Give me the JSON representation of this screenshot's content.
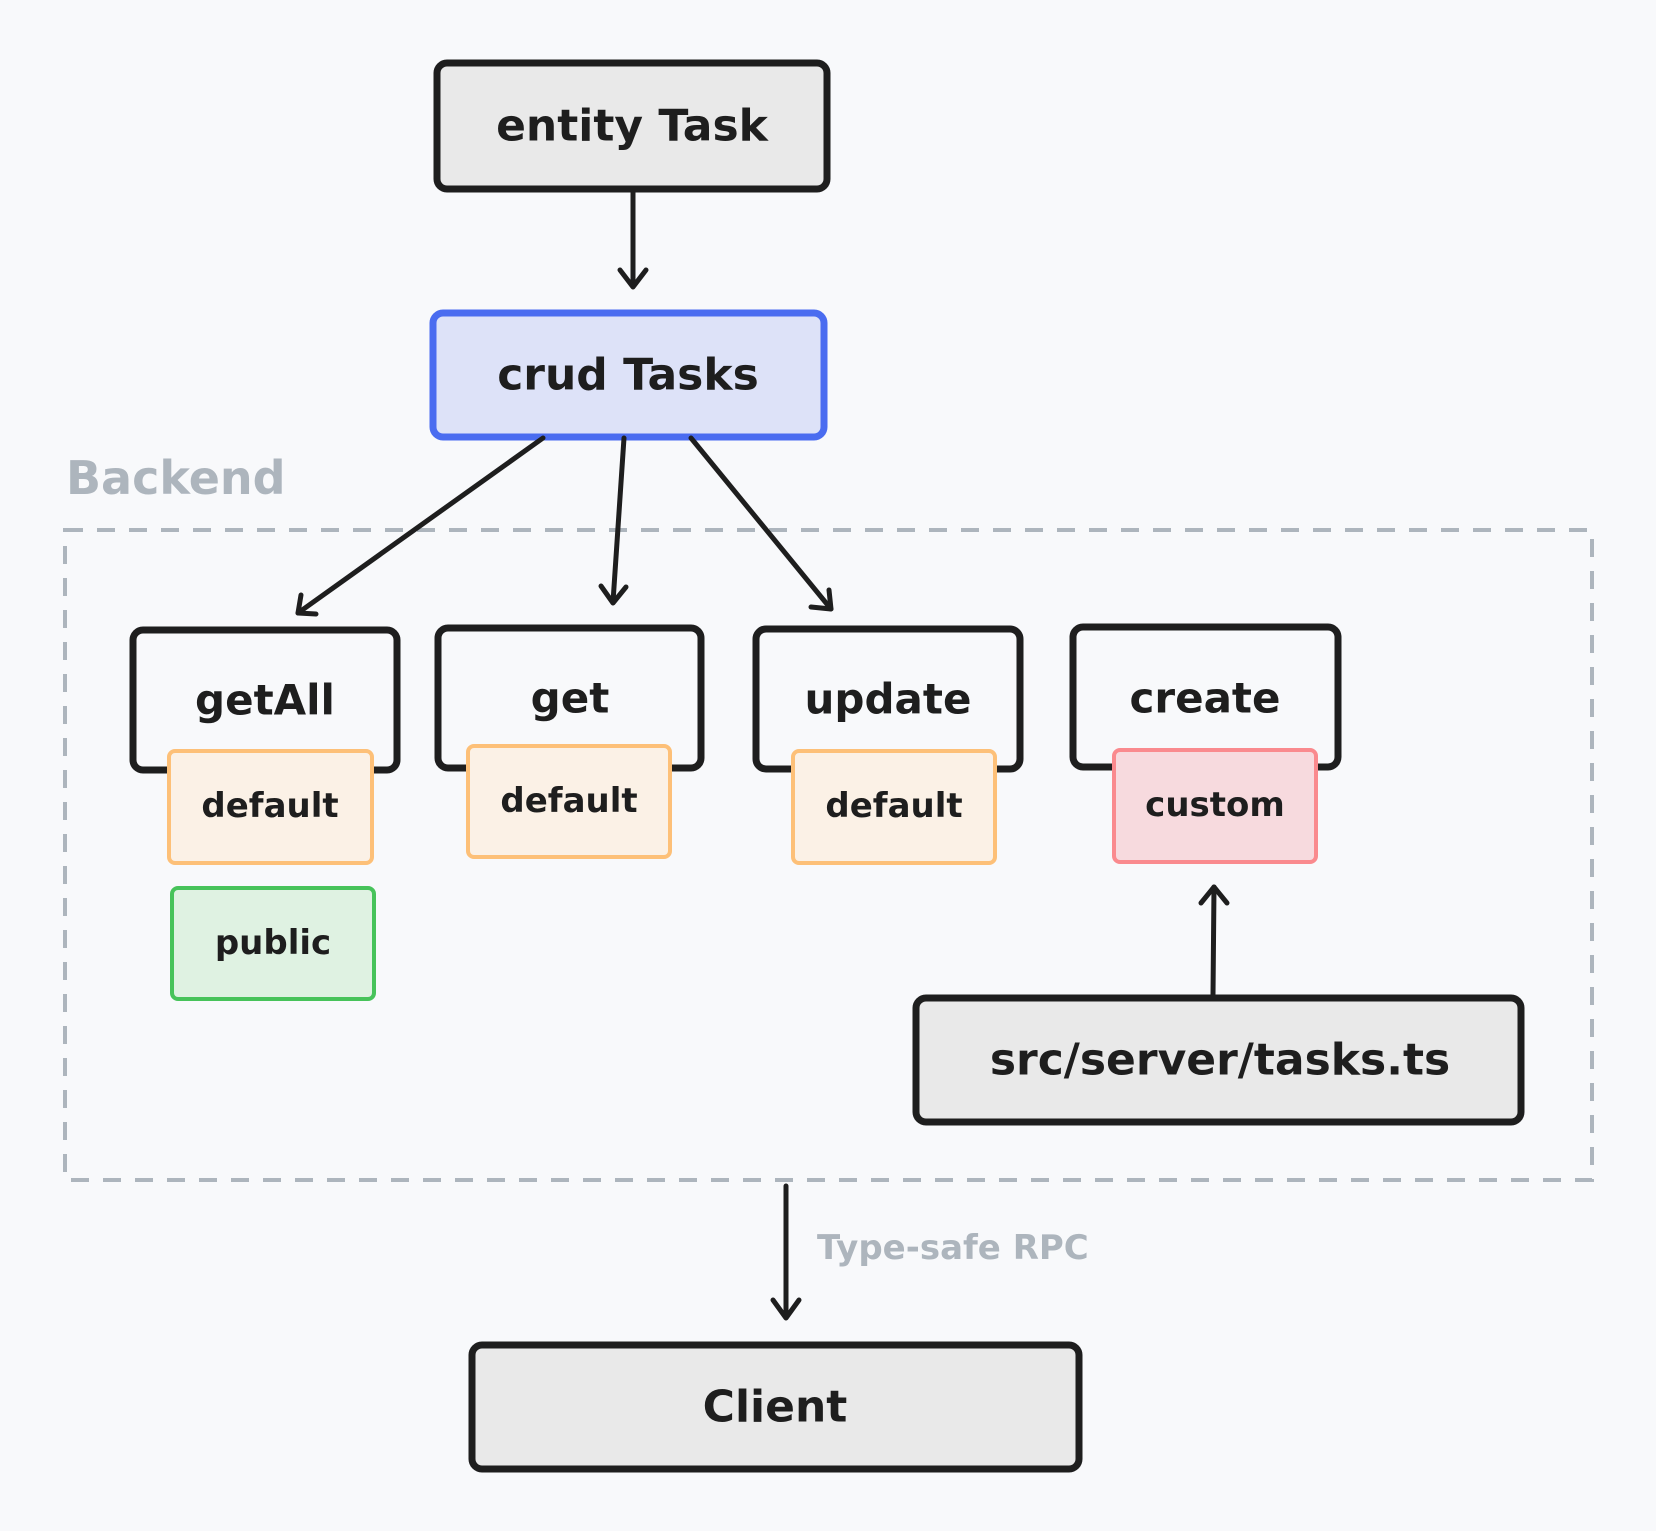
{
  "nodes": {
    "entity_task": "entity Task",
    "crud_tasks": "crud Tasks",
    "get_all": "getAll",
    "get": "get",
    "update": "update",
    "create": "create",
    "get_all_default": "default",
    "get_all_public": "public",
    "get_default": "default",
    "update_default": "default",
    "create_custom": "custom",
    "server_file": "src/server/tasks.ts",
    "client": "Client"
  },
  "labels": {
    "backend": "Backend",
    "rpc": "Type-safe RPC"
  },
  "colors": {
    "background": "#f8f9fb",
    "stroke": "#1e1e1e",
    "gray_fill": "#e9e9e9",
    "crud_fill": "#dde2f8",
    "crud_stroke": "#4a6cf0",
    "default_fill": "#fbf1e6",
    "default_stroke": "#fdc078",
    "public_fill": "#dff2e2",
    "public_stroke": "#47c35a",
    "custom_fill": "#f7dade",
    "custom_stroke": "#fa8a8e",
    "muted_text": "#adb5bd",
    "boundary": "#adb5bd"
  }
}
